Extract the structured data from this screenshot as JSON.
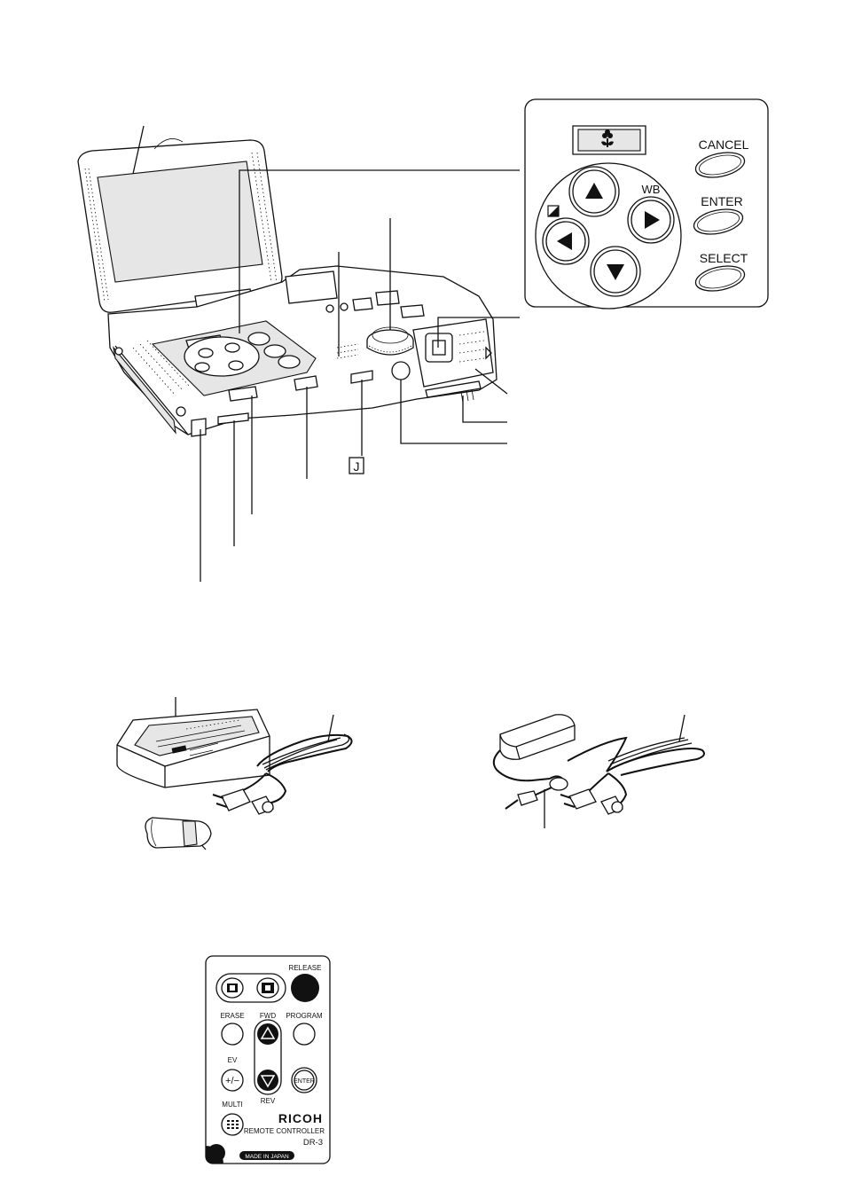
{
  "controls_panel": {
    "cancel_label": "CANCEL",
    "enter_label": "ENTER",
    "select_label": "SELECT",
    "wb_label": "WB",
    "macro_icon": "flower-icon",
    "exposure_icon": "exposure-compensation-icon"
  },
  "camera": {
    "callout_letter": "J"
  },
  "remote": {
    "release_label": "RELEASE",
    "erase_label": "ERASE",
    "fwd_label": "FWD",
    "program_label": "PROGRAM",
    "ev_label": "EV",
    "ev_button_label": "+/−",
    "enter_button_label": "ENTER",
    "rev_label": "REV",
    "multi_label": "MULTI",
    "brand": "RICOH",
    "product": "REMOTE CONTROLLER",
    "model": "DR-3",
    "origin": "MADE IN JAPAN"
  }
}
